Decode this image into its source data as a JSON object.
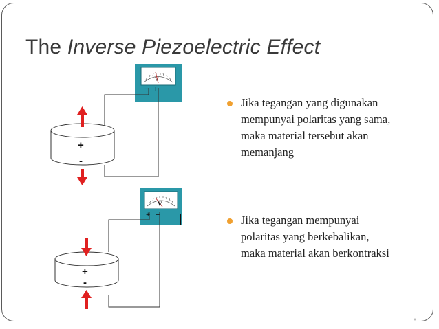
{
  "title": {
    "part1": "The ",
    "part2": "Inverse Piezoelectric Effect"
  },
  "bullets": [
    {
      "lines": [
        "Jika tegangan yang digunakan",
        "mempunyai polaritas yang sama,",
        "maka material tersebut akan",
        "memanjang"
      ]
    },
    {
      "lines": [
        "Jika tegangan mempunyai",
        "polaritas yang berkebalikan,",
        "maka material akan berkontraksi"
      ]
    }
  ],
  "diagram_top": {
    "meter_symbol": "V",
    "meter_terminal_left": "−",
    "meter_terminal_right": "+",
    "crystal_plus": "+",
    "crystal_minus": "-"
  },
  "diagram_bottom": {
    "meter_symbol": "V",
    "meter_terminal_left": "+",
    "meter_terminal_right": "−",
    "crystal_plus": "+",
    "crystal_minus": "-"
  },
  "colors": {
    "meter_teal": "#2a98a8",
    "arrow_red": "#e02020",
    "bullet_orange": "#f0a030",
    "wire": "#333333"
  }
}
